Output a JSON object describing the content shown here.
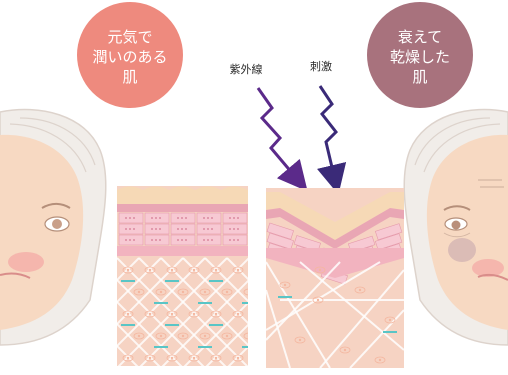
{
  "bubbles": {
    "healthy": {
      "lines": [
        "元気で",
        "潤いのある",
        "肌"
      ],
      "color": "#ee8a7e"
    },
    "aging": {
      "lines": [
        "衰えて",
        "乾燥した",
        "肌"
      ],
      "color": "#a8727d"
    }
  },
  "arrows": {
    "uv": {
      "label": "紫外線",
      "color": "#5b2a8a"
    },
    "stimulus": {
      "label": "刺激",
      "color": "#3a2a78"
    }
  },
  "colors": {
    "skin": "#f7d9c2",
    "skin_dark": "#efc2a4",
    "hair": "#f1ede9",
    "hair_line": "#ddd3cc",
    "layer_top": "#f6d9b6",
    "layer_band": "#e9a6b4",
    "layer_pink": "#f7c9d3",
    "dermis": "#f6d3c3",
    "collagen": "#f4b7a0",
    "teal": "#59c5c6",
    "cheek": "#f3a7a4"
  }
}
